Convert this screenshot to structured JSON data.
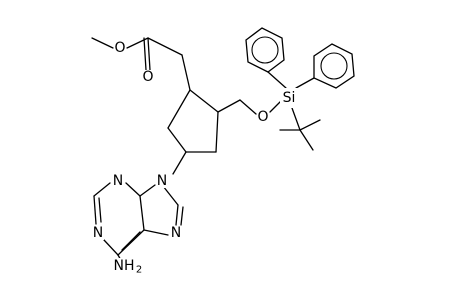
{
  "molecule": {
    "atoms": {
      "o_ester": "O",
      "o_carbonyl": "O",
      "o_ether": "O",
      "si": "Si",
      "n1": "N",
      "n3": "N",
      "n7": "N",
      "n9": "N",
      "nh2_main": "NH",
      "nh2_sub": "2"
    }
  }
}
